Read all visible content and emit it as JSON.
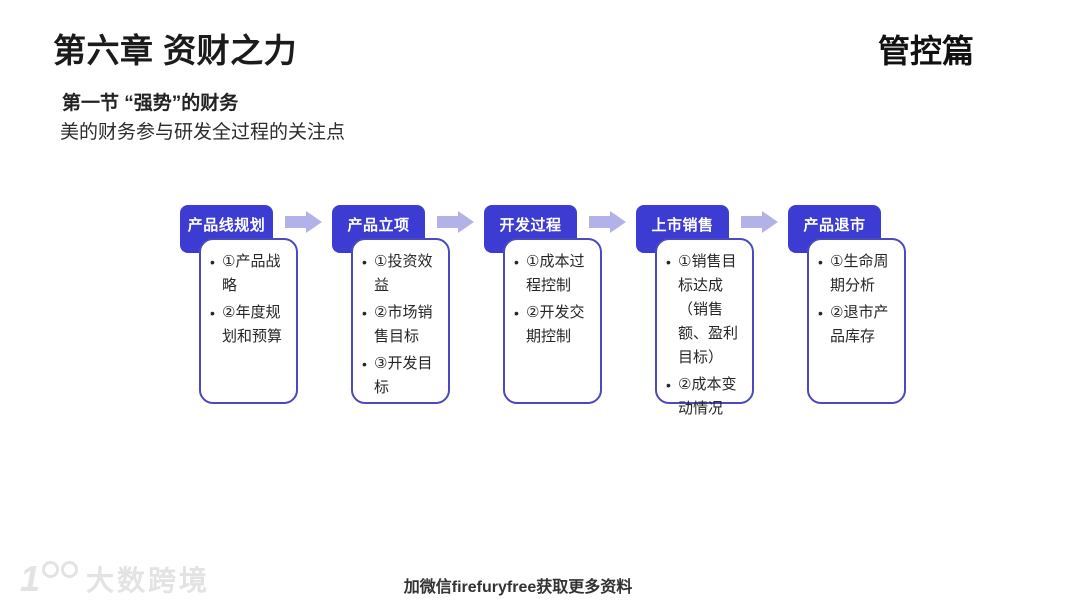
{
  "header": {
    "title": "第六章 资财之力",
    "corner_label": "管控篇",
    "section_heading": "第一节 “强势”的财务",
    "section_subheading": "美的财务参与研发全过程的关注点"
  },
  "flow": {
    "stages": [
      {
        "label": "产品线规划",
        "items": [
          "①产品战略",
          "②年度规划和预算"
        ]
      },
      {
        "label": "产品立项",
        "items": [
          "①投资效益",
          "②市场销售目标",
          "③开发目标"
        ]
      },
      {
        "label": "开发过程",
        "items": [
          "①成本过程控制",
          "②开发交期控制"
        ]
      },
      {
        "label": "上市销售",
        "items": [
          "①销售目标达成（销售额、盈利目标）",
          "②成本变动情况"
        ]
      },
      {
        "label": "产品退市",
        "items": [
          "①生命周期分析",
          "②退市产品库存"
        ]
      }
    ]
  },
  "footer": {
    "note": "加微信firefuryfree获取更多资料",
    "watermark_text": "大数跨境",
    "watermark_logo": "100-logo"
  },
  "colors": {
    "stage_header_bg": "#3c3cd2",
    "arrow": "#b2b2e8",
    "card_border": "#4a49bd",
    "watermark": "#e3e3e3"
  }
}
